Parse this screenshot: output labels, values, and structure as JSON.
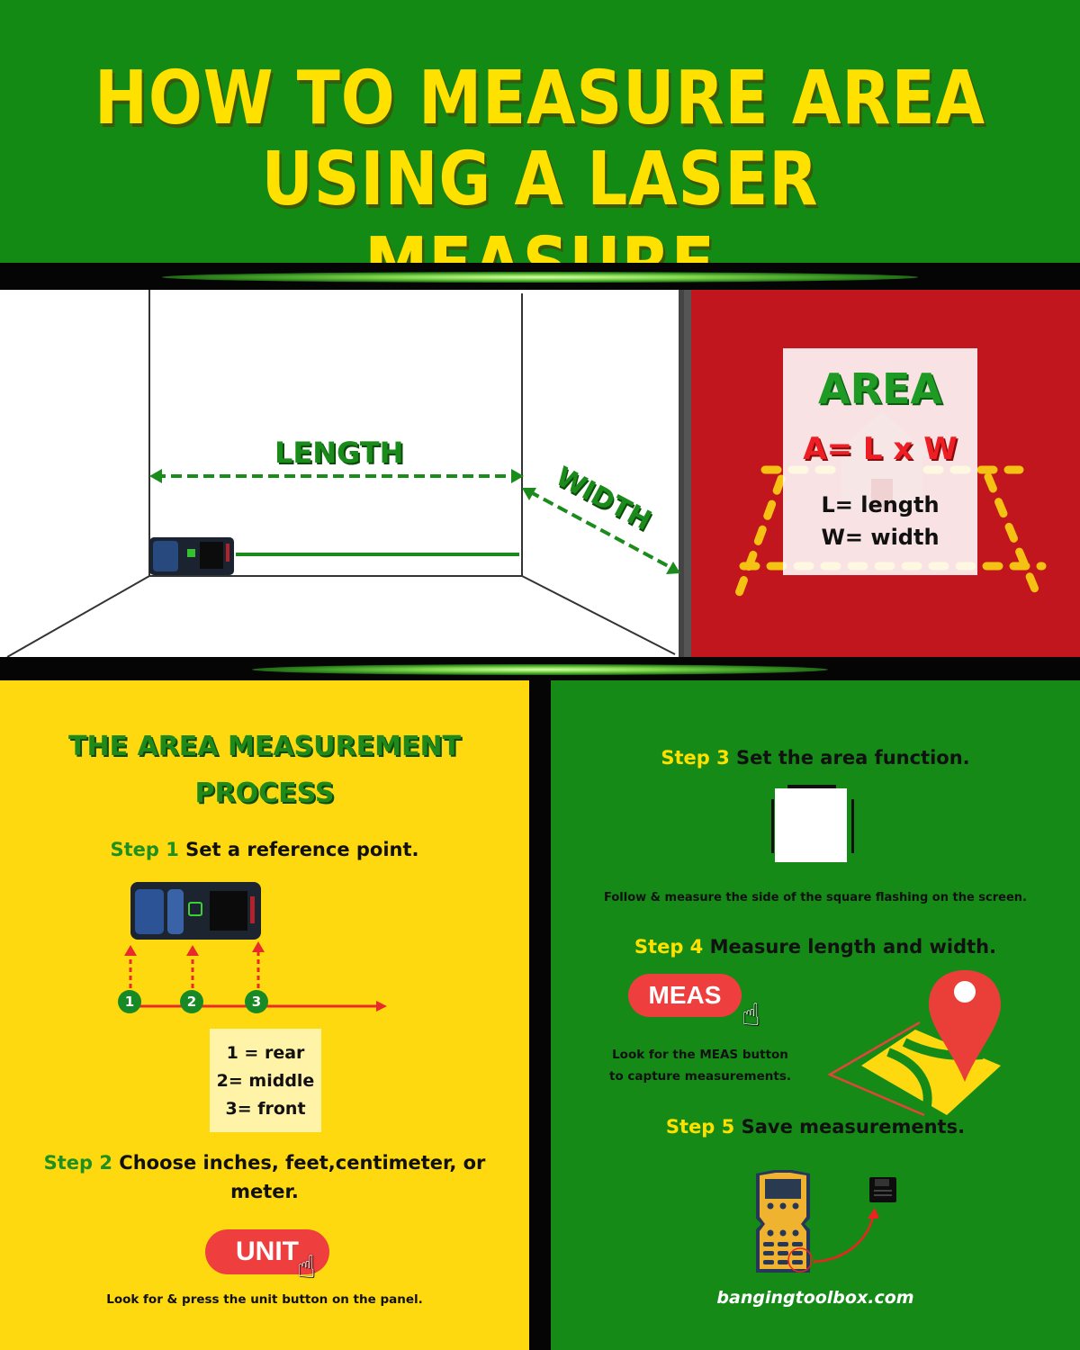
{
  "header": {
    "title_line1": "HOW TO MEASURE AREA",
    "title_line2": "USING A LASER MEASURE"
  },
  "room": {
    "length_label": "LENGTH",
    "width_label": "WIDTH"
  },
  "area_card": {
    "title": "AREA",
    "formula": "A= L x W",
    "def_length": "L= length",
    "def_width": "W= width"
  },
  "process": {
    "title_line1": "THE AREA MEASUREMENT",
    "title_line2": "PROCESS",
    "step1": {
      "num": "Step 1",
      "text": "Set a reference point."
    },
    "markers": [
      "1",
      "2",
      "3"
    ],
    "legend": [
      "1 = rear",
      "2= middle",
      "3= front"
    ],
    "step2": {
      "num": "Step 2",
      "text_line1": "Choose inches, feet,centimeter, or",
      "text_line2": "meter."
    },
    "unit_button": "UNIT",
    "unit_caption": "Look for & press the unit button on the panel."
  },
  "steps_right": {
    "step3": {
      "num": "Step 3",
      "text": "Set the area function."
    },
    "step3_caption": "Follow & measure the side of the square flashing on the screen.",
    "step4": {
      "num": "Step 4",
      "text": "Measure length and width."
    },
    "meas_button": "MEAS",
    "meas_caption_line1": "Look for the MEAS button",
    "meas_caption_line2": "to capture measurements.",
    "step5": {
      "num": "Step 5",
      "text": "Save measurements."
    },
    "website": "bangingtoolbox.com"
  },
  "colors": {
    "header_green": "#128a14",
    "title_yellow": "#ffe100",
    "panel_red": "#c2161e",
    "process_yellow": "#ffd90f",
    "steps_green": "#158a17",
    "button_red": "#ef3e3e",
    "measure_green": "#1b8c1b"
  }
}
